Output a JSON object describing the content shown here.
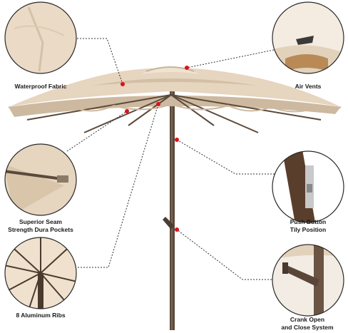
{
  "callouts": {
    "waterproof_fabric": {
      "lines": [
        "Waterproof Fabric"
      ]
    },
    "air_vents": {
      "lines": [
        "Air Vents"
      ]
    },
    "seam_pockets": {
      "lines": [
        "Superior Seam",
        "Strength Dura Pockets"
      ]
    },
    "push_button": {
      "lines": [
        "Push Button",
        "Tily Position"
      ]
    },
    "aluminum_ribs": {
      "lines": [
        "8 Aluminum Ribs"
      ]
    },
    "crank": {
      "lines": [
        "Crank Open",
        "and Close System"
      ]
    }
  },
  "colors": {
    "canopy": "#e6d5bf",
    "canopy_shadow": "#d2bfa5",
    "pole": "#5b4a3c",
    "marker": "#e0101a",
    "leader_line": "#333333",
    "circle_border": "#2a2a2a"
  }
}
